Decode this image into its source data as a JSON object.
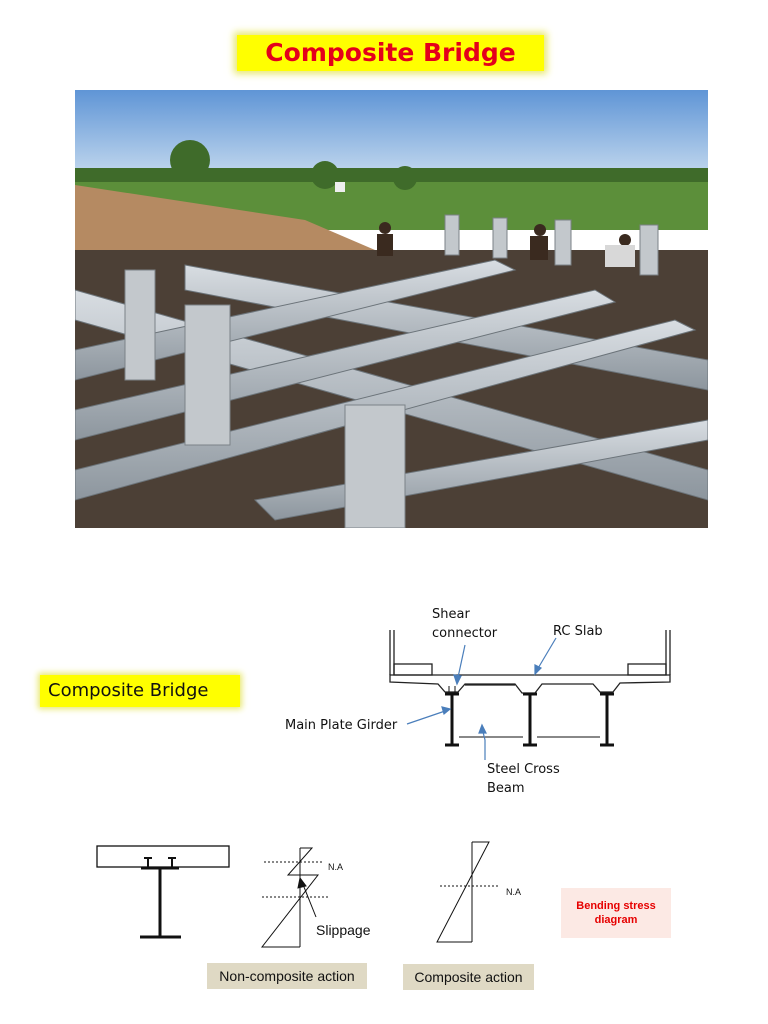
{
  "title": "Composite Bridge",
  "photo": {
    "icon": "bridge-construction-photo"
  },
  "section_label": "Composite Bridge",
  "cross_section": {
    "shear_connector_line1": "Shear",
    "shear_connector_line2": "connector",
    "rc_slab": "RC Slab",
    "main_plate_girder": "Main Plate Girder",
    "steel_cross_line1": "Steel  Cross",
    "steel_cross_line2": "Beam"
  },
  "stress": {
    "na_left": "N.A",
    "slippage": "Slippage",
    "na_right": "N.A",
    "bending_label": "Bending stress diagram",
    "non_composite_caption": "Non-composite action",
    "composite_caption": "Composite action"
  },
  "colors": {
    "title_red": "#e4001b",
    "highlight": "#ffff00",
    "arrow_blue": "#4a7ebb"
  }
}
